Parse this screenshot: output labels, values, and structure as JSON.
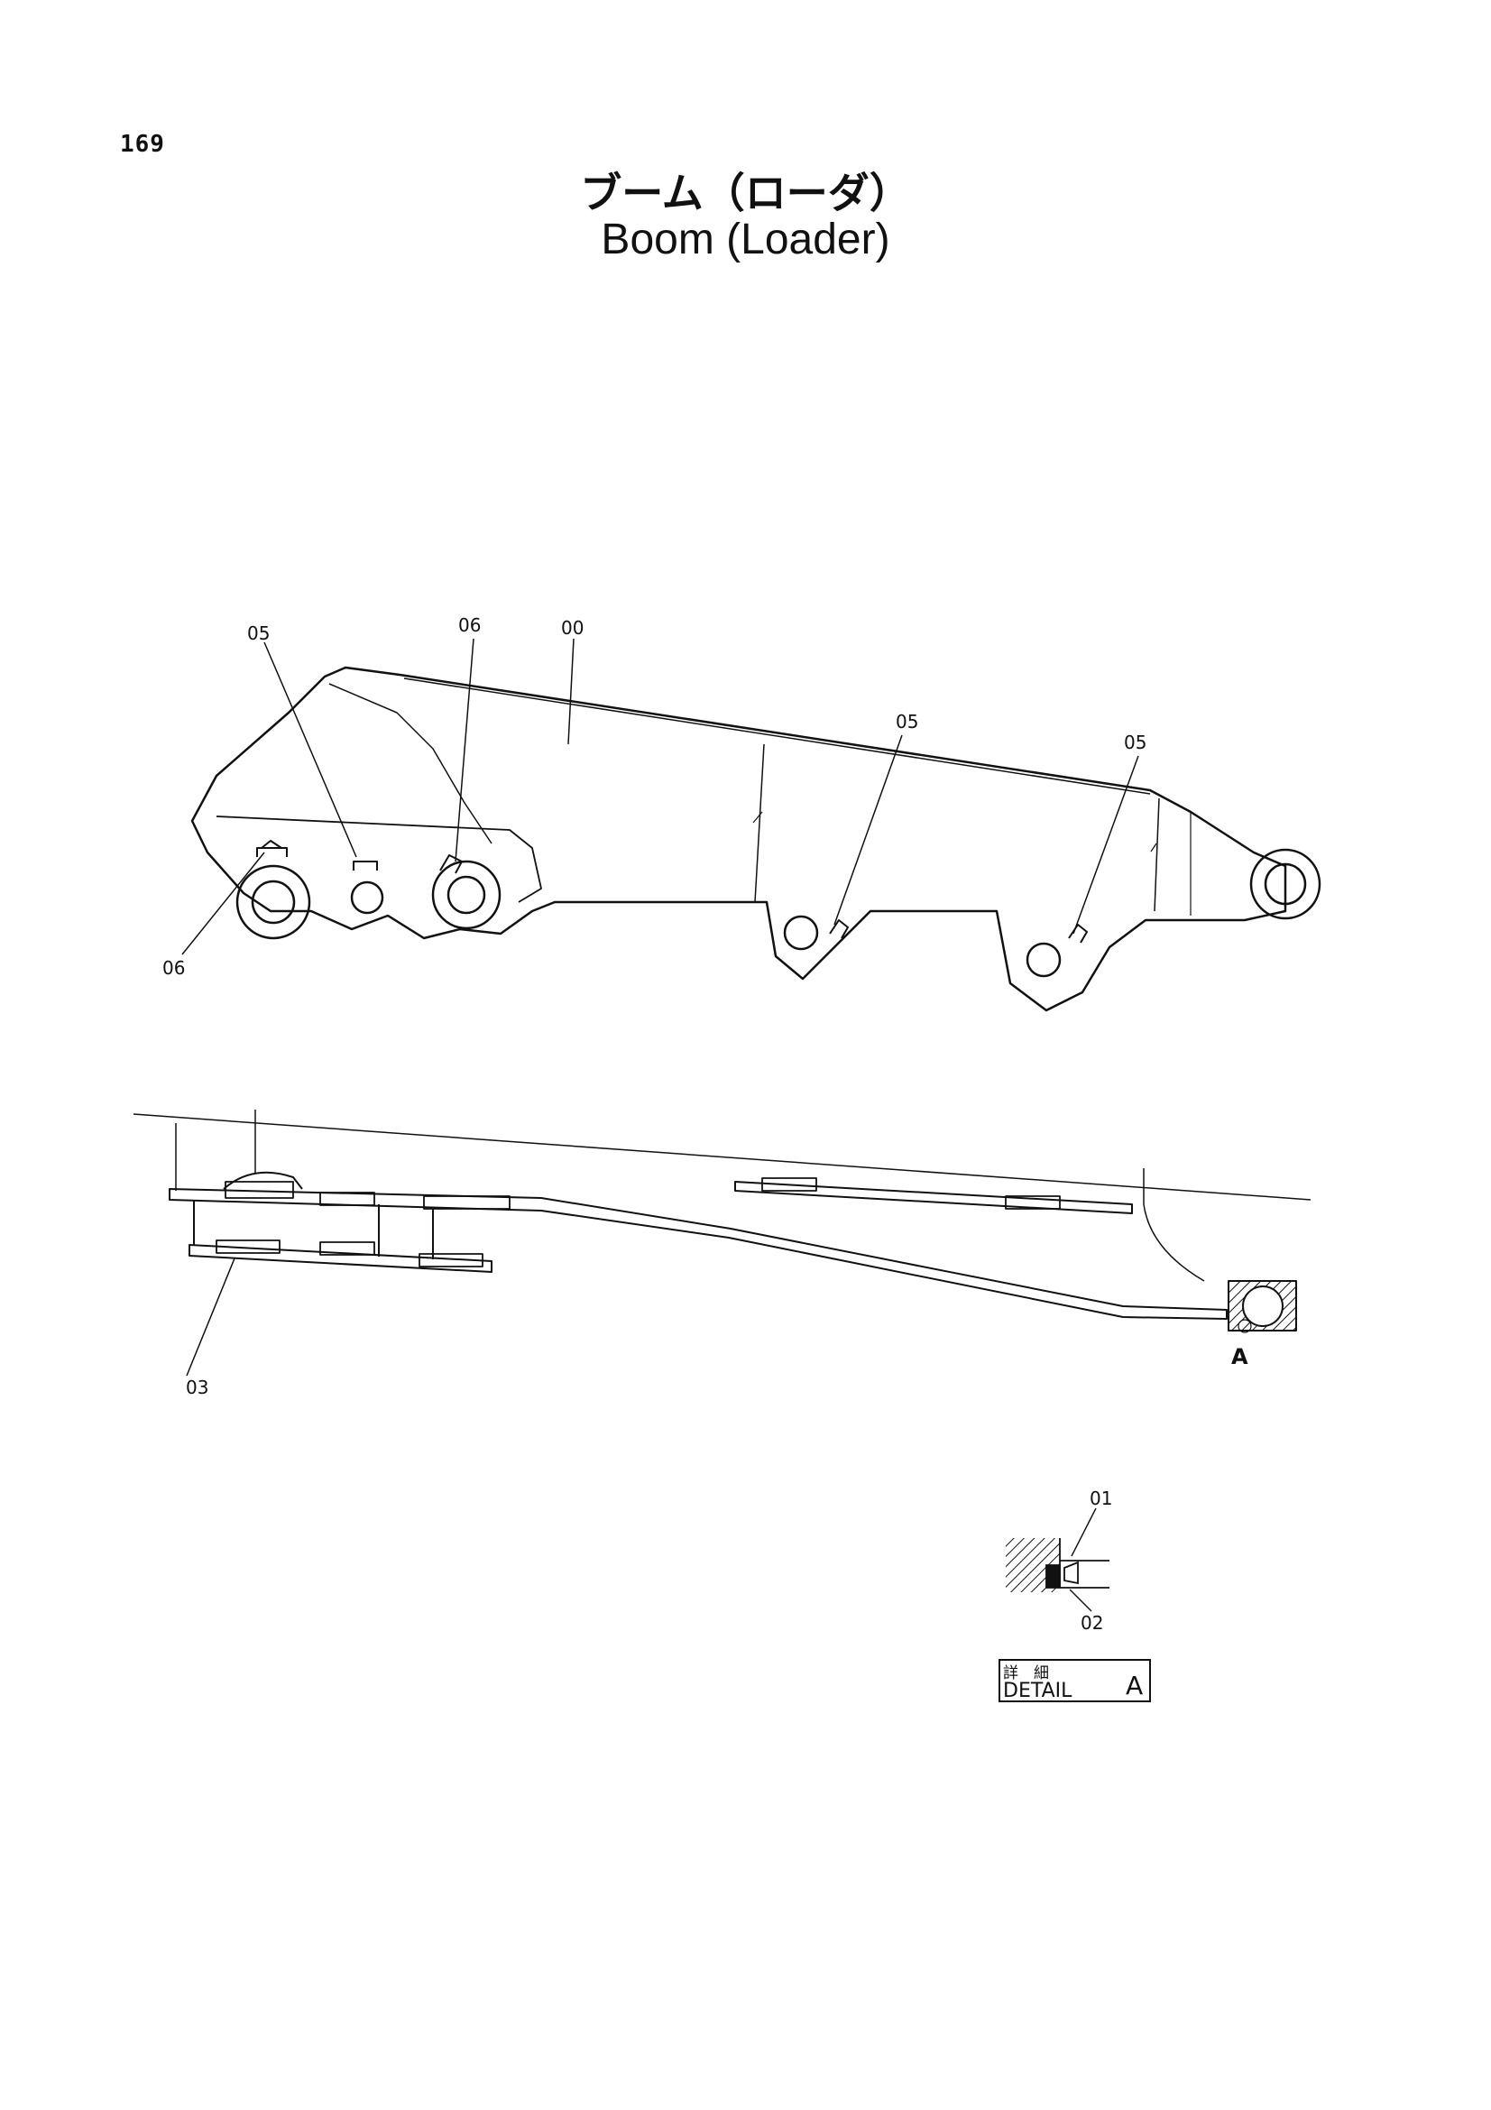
{
  "page": {
    "number": "169",
    "title_jp": "ブーム（ローダ）",
    "title_en": "Boom (Loader)"
  },
  "callouts": {
    "c_05_a": "05",
    "c_06_a": "06",
    "c_00": "00",
    "c_05_b": "05",
    "c_05_c": "05",
    "c_06_b": "06",
    "c_03": "03",
    "c_A": "A",
    "c_01": "01",
    "c_02": "02"
  },
  "detail_box": {
    "jp_label": "詳　細",
    "en_label": "DETAIL",
    "letter": "A"
  }
}
